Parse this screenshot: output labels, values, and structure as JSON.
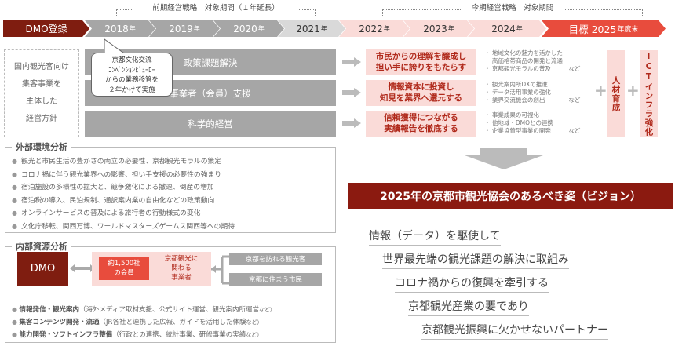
{
  "timeline": {
    "prev_period": "前期経営戦略　対象期間（１年延長）",
    "curr_period": "今期経営戦略　対象期間",
    "dmo": "DMO登録",
    "years": [
      {
        "y": "2018",
        "u": "年"
      },
      {
        "y": "2019",
        "u": "年"
      },
      {
        "y": "2020",
        "u": "年"
      },
      {
        "y": "2021",
        "u": "年"
      },
      {
        "y": "2022",
        "u": "年"
      },
      {
        "y": "2023",
        "u": "年"
      },
      {
        "y": "2024",
        "u": "年"
      }
    ],
    "goal_prefix": "目標 2025",
    "goal_suffix": "年度末"
  },
  "policy": {
    "lines": [
      "国内観光客向け",
      "集客事業を",
      "主体した",
      "経営方針"
    ]
  },
  "callout": {
    "lines": [
      "京都文化交流",
      "ｺﾝﾍﾞﾝｼｮﾝﾋﾞｭｰﾛｰ",
      "からの業務移管を",
      "２年かけて実施"
    ]
  },
  "pillars": [
    "政策課題解決",
    "事業者（会員）支援",
    "科学的経営"
  ],
  "goals": [
    {
      "lines": [
        "市民からの理解を醸成し",
        "担い手に誇りをもたらす"
      ],
      "items": [
        "・ 地域文化の魅力を活かした",
        "　 高価格帯商品の開発と流通",
        "・ 京都観光モラルの普及　　　など"
      ]
    },
    {
      "lines": [
        "情報資本に投資し",
        "知見を業界へ還元する"
      ],
      "items": [
        "・ 観光案内所DXの推進",
        "・ データ活用事業の強化",
        "・ 業界交流機会の創出　　　　など"
      ]
    },
    {
      "lines": [
        "信頼獲得につながる",
        "実績報告を徹底する"
      ],
      "items": [
        "・ 事業成果の可視化",
        "・ 他地域・DMOとの連携",
        "・ 企業協賛型事業の開発　　　など"
      ]
    }
  ],
  "cross": [
    "人材育成",
    "ICTインフラ強化"
  ],
  "external": {
    "title": "外部環境分析",
    "items": [
      "観光と市民生活の豊かさの両立の必要性、京都観光モラルの策定",
      "コロナ禍に伴う観光業界への影響、担い手支援の必要性の強まり",
      "宿泊施設の多様性の拡大と、競争激化による撤退、倒産の増加",
      "宿泊税の導入、民泊規制、通訳案内業の自由化などの政策動向",
      "オンラインサービスの普及による旅行者の行動様式の変化",
      "文化庁移転、関西万博、ワールドマスターズゲームス関西等への期待"
    ]
  },
  "internal": {
    "title": "内部資源分析",
    "dmo": "DMO",
    "members": [
      "約1,500社",
      "の会員"
    ],
    "business": [
      "京都観光に",
      "関わる",
      "事業者"
    ],
    "targets": [
      "京都を訪れる観光客",
      "京都に住まう市民"
    ],
    "items": [
      {
        "b": "情報発信・観光案内",
        "t": "（海外メディア取材支援、公式サイト運営、観光案内所運営",
        "n": "など）"
      },
      {
        "b": "集客コンテンツ開発・流通",
        "t": "（JR各社と連携した広報、ガイドを活用した体験",
        "n": "など）"
      },
      {
        "b": "能力開発・ソフトインフラ整備",
        "t": "（行政との連携、統計事業、研修事業の実績",
        "n": "など）"
      }
    ]
  },
  "vision": {
    "title": "2025年の京都市観光協会のあるべき姿（ビジョン）",
    "lines": [
      "情報（データ）を駆使して",
      "世界最先端の観光課題の解決に取組み",
      "コロナ禍からの復興を牽引する",
      "京都観光産業の要であり",
      "京都観光振興に欠かせないパートナー"
    ]
  },
  "colors": {
    "dark_red": "#7f1d10",
    "red": "#e84c3d",
    "pink": "#fadbd8",
    "gray": "#a6a6a6"
  }
}
